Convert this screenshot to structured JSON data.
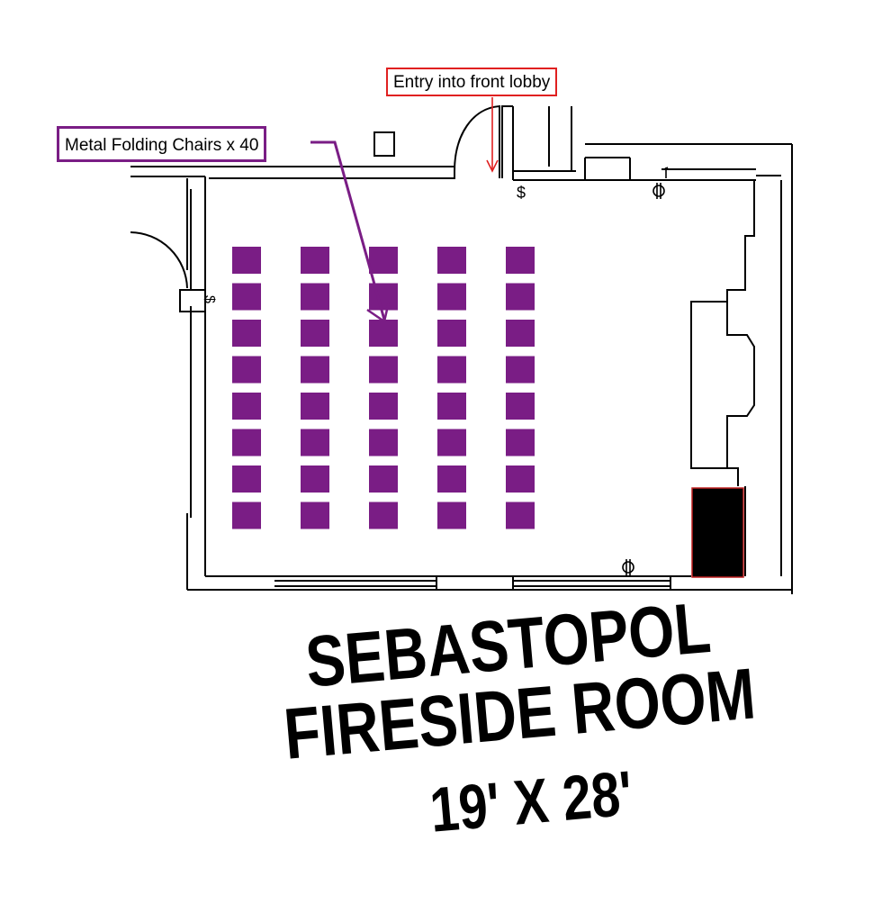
{
  "callouts": {
    "entry": "Entry into front lobby",
    "chairs": "Metal Folding Chairs x 40"
  },
  "title": {
    "line1": "SEBASTOPOL",
    "line2": "FIRESIDE ROOM",
    "line3": "19' X 28'"
  },
  "symbols": {
    "dollar": "$"
  },
  "chairs": {
    "count": 40,
    "columns": 5,
    "rows": 8,
    "color": "#7a1d85"
  },
  "colors": {
    "entry_callout": "#e02020",
    "chairs_callout": "#7a1d85",
    "fireplace": "#000000"
  }
}
